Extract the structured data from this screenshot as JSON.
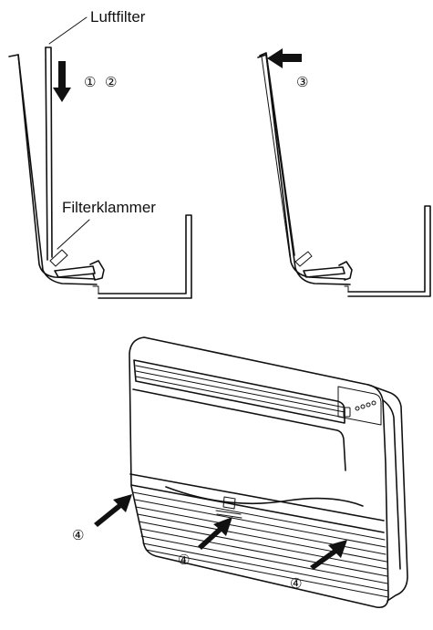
{
  "labels": {
    "air_filter": "Luftfilter",
    "filter_clip": "Filterklammer"
  },
  "steps": {
    "step_1": "①",
    "step_2": "②",
    "step_3": "③",
    "step_4": "④"
  },
  "icons": {
    "down_arrow": "arrow-down-icon",
    "left_arrow": "arrow-left-icon",
    "insert_arrow": "arrow-diagonal-icon"
  },
  "colors": {
    "line": "#111111",
    "background": "#ffffff"
  }
}
